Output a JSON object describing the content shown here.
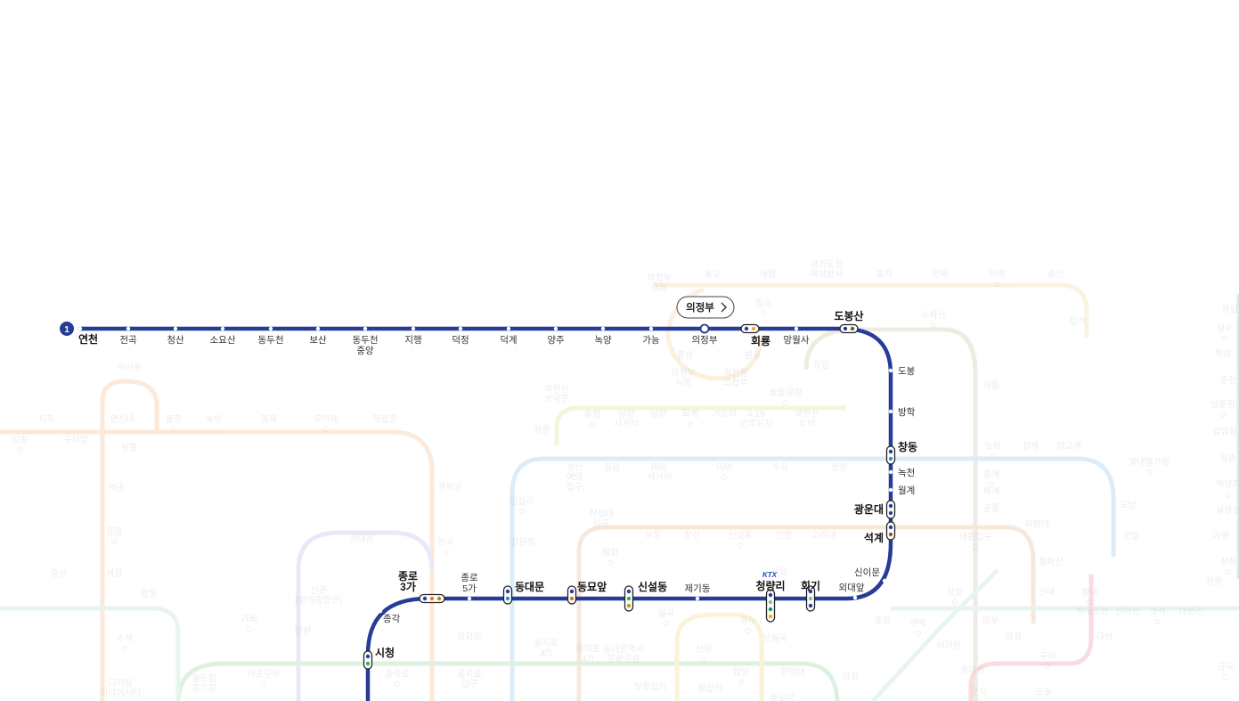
{
  "line": {
    "badge": "1",
    "color": "#263c96"
  },
  "branch_chip": {
    "label": "의정부",
    "arrow": "chevron-right-icon"
  },
  "ktx_badge": "KTX",
  "stations": [
    {
      "id": "yeoncheon",
      "label": "연천",
      "major": true
    },
    {
      "id": "jeongok",
      "label": "전곡"
    },
    {
      "id": "cheongsan",
      "label": "청산"
    },
    {
      "id": "soyosan",
      "label": "소요산"
    },
    {
      "id": "dongducheon",
      "label": "동두천"
    },
    {
      "id": "bosan",
      "label": "보산"
    },
    {
      "id": "dongducheon-jungang",
      "label": "동두천\n중앙"
    },
    {
      "id": "jihaeng",
      "label": "지행"
    },
    {
      "id": "deokjeong",
      "label": "덕정"
    },
    {
      "id": "deokgye",
      "label": "덕계"
    },
    {
      "id": "yangju",
      "label": "양주"
    },
    {
      "id": "nogyang",
      "label": "녹양"
    },
    {
      "id": "ganeung",
      "label": "가능"
    },
    {
      "id": "uijeongbu",
      "label": "의정부"
    },
    {
      "id": "hoeryong",
      "label": "회룡",
      "major": true
    },
    {
      "id": "mangwolsa",
      "label": "망월사"
    },
    {
      "id": "dobongsan",
      "label": "도봉산",
      "major": true
    },
    {
      "id": "dobong",
      "label": "도봉"
    },
    {
      "id": "banghak",
      "label": "방학"
    },
    {
      "id": "changdong",
      "label": "창동",
      "major": true
    },
    {
      "id": "nokcheon",
      "label": "녹천"
    },
    {
      "id": "wolgye",
      "label": "월계"
    },
    {
      "id": "gwangundae",
      "label": "광운대",
      "major": true
    },
    {
      "id": "seokgye",
      "label": "석계",
      "major": true
    },
    {
      "id": "sinimun",
      "label": "신이문"
    },
    {
      "id": "oedaeap",
      "label": "외대앞"
    },
    {
      "id": "hoegi",
      "label": "회기",
      "major": true
    },
    {
      "id": "cheongnyangni",
      "label": "청량리",
      "major": true
    },
    {
      "id": "jegidong",
      "label": "제기동"
    },
    {
      "id": "sinseoldong",
      "label": "신설동",
      "major": true
    },
    {
      "id": "dongmyoap",
      "label": "동묘앞",
      "major": true
    },
    {
      "id": "dongdaemun",
      "label": "동대문",
      "major": true
    },
    {
      "id": "jongno5ga",
      "label": "종로\n5가"
    },
    {
      "id": "jongno3ga",
      "label": "종로\n3가",
      "major": true
    },
    {
      "id": "jonggak",
      "label": "종각"
    },
    {
      "id": "cityhall",
      "label": "시청",
      "major": true
    }
  ],
  "background_labels": [
    "의정부\n중앙",
    "동오",
    "새말",
    "경기도청\n북부청사",
    "효자",
    "곤제",
    "어룡",
    "송산",
    "탑석",
    "발곡",
    "흥선",
    "의정부\n시청",
    "경전철\n의정부",
    "범골",
    "장암",
    "수락산",
    "마들",
    "북한산\n보국문",
    "솔샘",
    "삼양\n사거리",
    "삼양",
    "화계",
    "가오리",
    "4.19\n민주묘지",
    "솔밭공원",
    "북한산\n우이",
    "정릉",
    "성신\n여대\n입구",
    "길음",
    "미아\n사거리",
    "미아",
    "수유",
    "쌍문",
    "노원",
    "상계",
    "당고개",
    "중계",
    "하계",
    "공릉",
    "태릉입구",
    "화랑대",
    "봉화산",
    "별내별가람",
    "오남",
    "진접",
    "상봉",
    "망우",
    "양원",
    "구리",
    "도농",
    "신내",
    "별내",
    "다산",
    "중랑",
    "면목",
    "사가정",
    "용마산",
    "군자",
    "연신내",
    "독바위",
    "불광",
    "녹번",
    "홍제",
    "무악재",
    "독립문",
    "경복궁",
    "안국",
    "구파발",
    "지축",
    "삼송",
    "원흥",
    "역촌",
    "응암",
    "새절",
    "증산",
    "수색",
    "디지털\n미디어시티",
    "월드컵\n경기장",
    "마포구청",
    "망원",
    "합정",
    "가좌",
    "신촌\n(경의중앙선)",
    "서대문",
    "충정로",
    "광화문",
    "을지로\n입구",
    "을지로\n3가",
    "을지로\n4가",
    "동대문역사\n문화공원",
    "신당",
    "상왕십리",
    "왕십리",
    "행당",
    "한양대",
    "마장",
    "답십리",
    "장한평",
    "한성대\n입구",
    "혜화",
    "보문",
    "창신",
    "신설동",
    "안암",
    "고려대",
    "월곡",
    "상월곡",
    "돌곶이",
    "용두",
    "신답",
    "용답",
    "성수",
    "뚝섬",
    "춘천",
    "남춘천",
    "김유정",
    "강촌",
    "백양리",
    "굴봉산",
    "가평",
    "상천",
    "청평",
    "대성리",
    "마석",
    "천마산",
    "평내호평",
    "금곡",
    "사릉",
    "퇴계원",
    "지평"
  ]
}
